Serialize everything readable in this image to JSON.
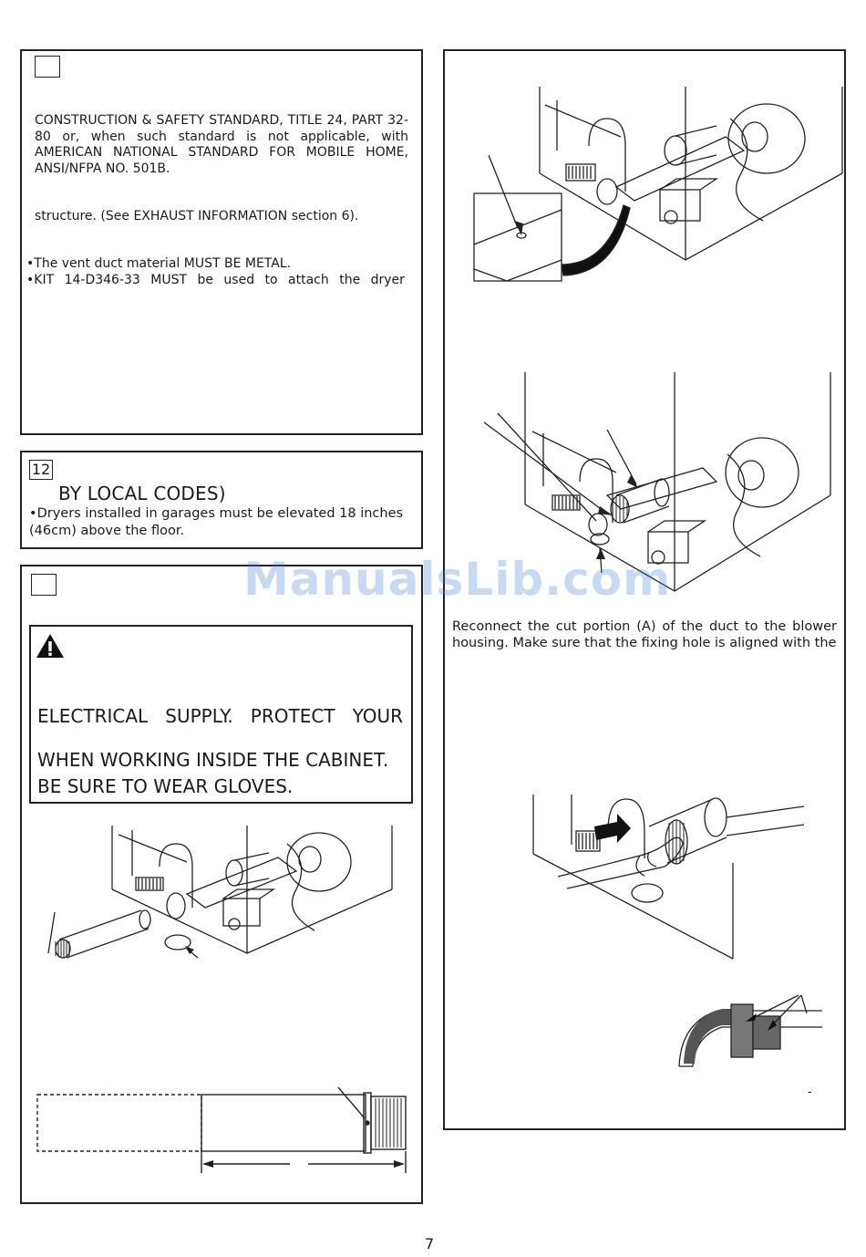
{
  "section_top": {
    "para1": "CONSTRUCTION & SAFETY STANDARD, TITLE 24, PART 32-80 or, when such standard is not applicable, with AMERICAN NATIONAL STANDARD FOR MOBILE HOME, ANSI/NFPA NO. 501B.",
    "para2": "structure. (See EXHAUST INFORMATION section 6).",
    "bullet1": "The vent duct material MUST BE METAL.",
    "bullet2": "KIT 14-D346-33 MUST be used to attach the dryer"
  },
  "section_12": {
    "number": "12",
    "heading": "BY LOCAL CODES)",
    "bullet": "Dryers installed in garages must be elevated 18 inches (46cm) above the floor."
  },
  "section_warning": {
    "line1": "ELECTRICAL   SUPPLY.   PROTECT   YOUR",
    "line2": "WHEN WORKING INSIDE THE CABINET.",
    "line3": "BE SURE TO WEAR GLOVES."
  },
  "right_column": {
    "caption": "Reconnect the cut portion (A) of the duct to the blower housing. Make sure that the fixing hole is aligned with the",
    "dash": "-"
  },
  "watermark": "ManualsLib.com",
  "page_number": "7"
}
